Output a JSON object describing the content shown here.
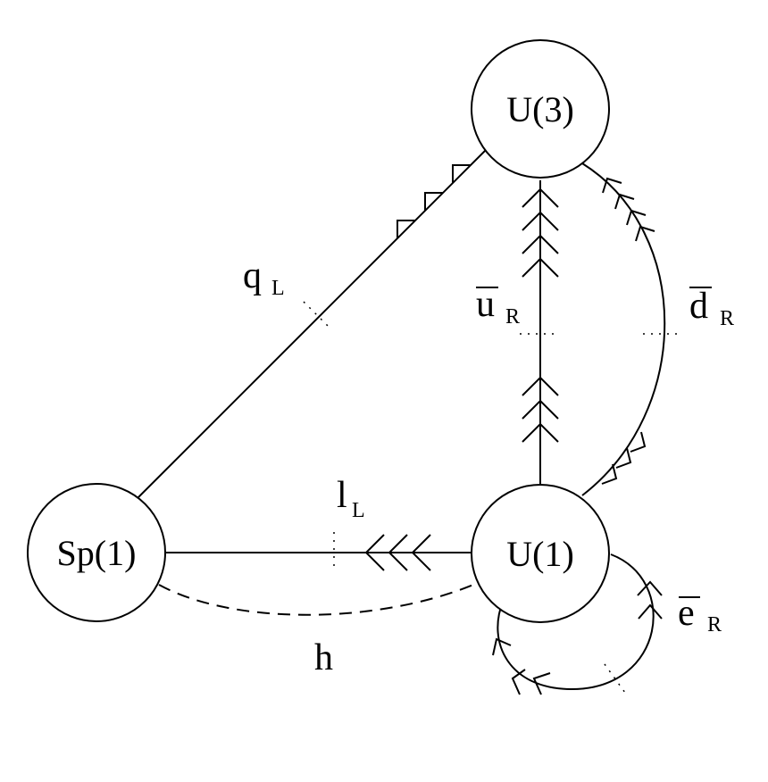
{
  "nodes": {
    "u3": "U(3)",
    "u1": "U(1)",
    "sp1": "Sp(1)"
  },
  "edge_labels": {
    "q_L": {
      "main": "q",
      "sub": "L"
    },
    "u_R": {
      "main": "u",
      "sub": "R",
      "overline": true
    },
    "d_R": {
      "main": "d",
      "sub": "R",
      "overline": true
    },
    "l_L": {
      "main": "l",
      "sub": "L"
    },
    "e_R": {
      "main": "e",
      "sub": "R",
      "overline": true
    },
    "h": {
      "main": "h"
    }
  },
  "colors": {
    "stroke": "#000000",
    "background": "#ffffff"
  }
}
